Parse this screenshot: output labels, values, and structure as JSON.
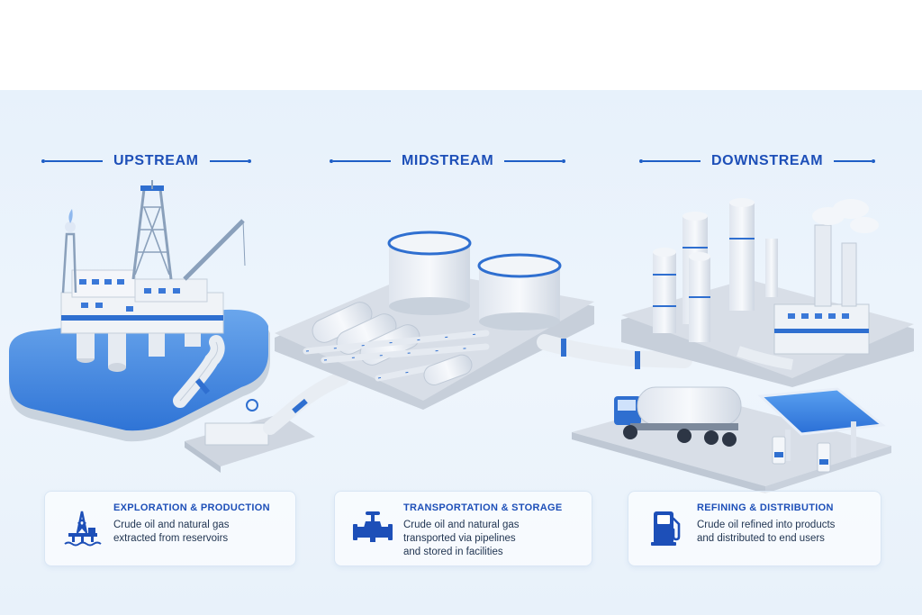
{
  "sections": [
    {
      "title": "UPSTREAM",
      "card_title": "EXPLORATION & PRODUCTION",
      "card_desc": "Crude oil and natural gas\nextracted from reservoirs",
      "icon": "oil-rig-icon"
    },
    {
      "title": "MIDSTREAM",
      "card_title": "TRANSPORTATION & STORAGE",
      "card_desc": "Crude oil and natural gas\ntransported via pipelines\nand stored in facilities",
      "icon": "pipeline-valve-icon"
    },
    {
      "title": "DOWNSTREAM",
      "card_title": "REFINING & DISTRIBUTION",
      "card_desc": "Crude oil refined into products\nand distributed to end users",
      "icon": "fuel-pump-icon"
    }
  ],
  "colors": {
    "accent": "#1d4fb8",
    "water": "#3f86e0",
    "background": "#e9f2fb",
    "platform": "#d5dce6"
  }
}
